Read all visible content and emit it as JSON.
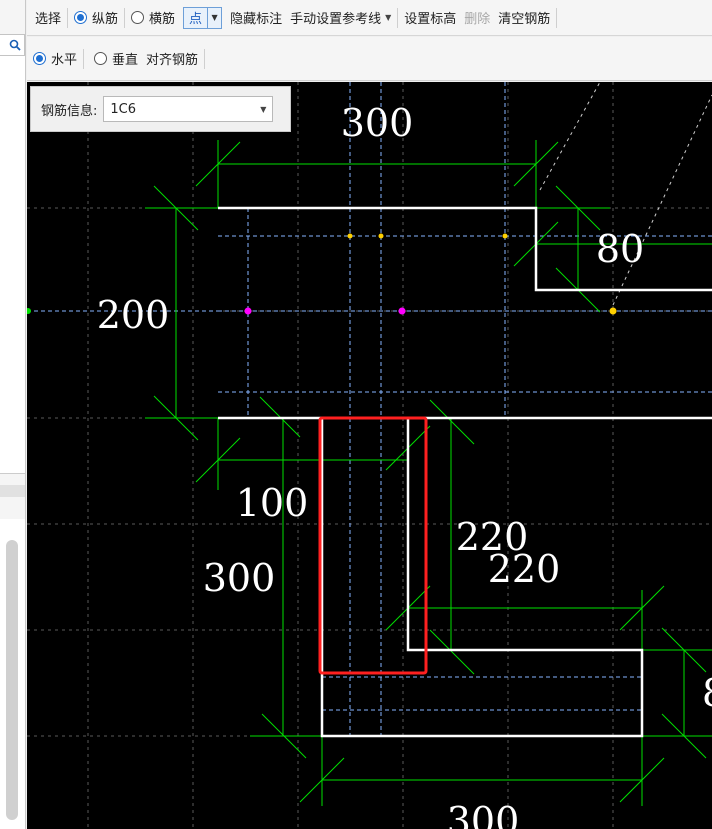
{
  "toolbar1": {
    "select": "选择",
    "radio_longitudinal": "纵筋",
    "radio_transverse": "横筋",
    "point_mode": "点",
    "hide_annotation": "隐藏标注",
    "manual_ref_line": "手动设置参考线",
    "set_elevation": "设置标高",
    "delete": "删除",
    "clear_rebar": "清空钢筋"
  },
  "toolbar2": {
    "radio_horizontal": "水平",
    "radio_vertical": "垂直",
    "align_rebar": "对齐钢筋"
  },
  "info_panel": {
    "label": "钢筋信息:",
    "value": "1C6"
  },
  "drawing": {
    "dim_top": "300",
    "dim_left": "200",
    "dim_step": "80",
    "dim_web_width": "100",
    "dim_web_height": "300",
    "dim_inner_1": "220",
    "dim_inner_2": "220",
    "dim_bottom": "300",
    "dim_right_partial": "8"
  },
  "colors": {
    "canvas_bg": "#000000",
    "outline": "#ffffff",
    "dimension": "#00ff00",
    "reference": "#7fb2ff",
    "selection": "#ff2020",
    "rebar_point_magenta": "#ff00ff",
    "rebar_point_yellow": "#ffd000"
  },
  "icons": {
    "search": "search-icon",
    "dropdown": "chevron-down-icon"
  }
}
